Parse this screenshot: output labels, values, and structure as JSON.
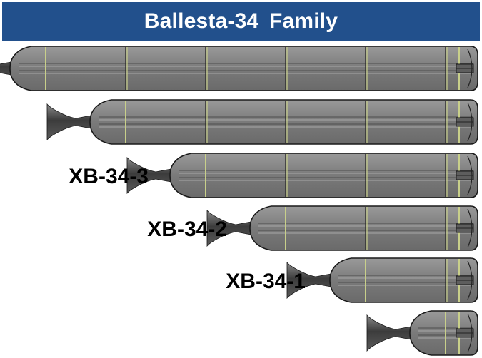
{
  "header": {
    "title": "Ballesta-34 Family"
  },
  "colors": {
    "header_bg": "#22508c",
    "tank_fill": "#7d7d7d",
    "tank_outline": "#1a1a1a",
    "ring": "#c8cf8a",
    "nozzle": "#4a4a4a"
  },
  "variants": [
    {
      "label": "",
      "segments": 5
    },
    {
      "label": "",
      "segments": 4
    },
    {
      "label": "XB-34-3",
      "segments": 3
    },
    {
      "label": "XB-34-2",
      "segments": 2
    },
    {
      "label": "XB-34-1",
      "segments": 1
    },
    {
      "label": "",
      "segments": 0
    }
  ]
}
